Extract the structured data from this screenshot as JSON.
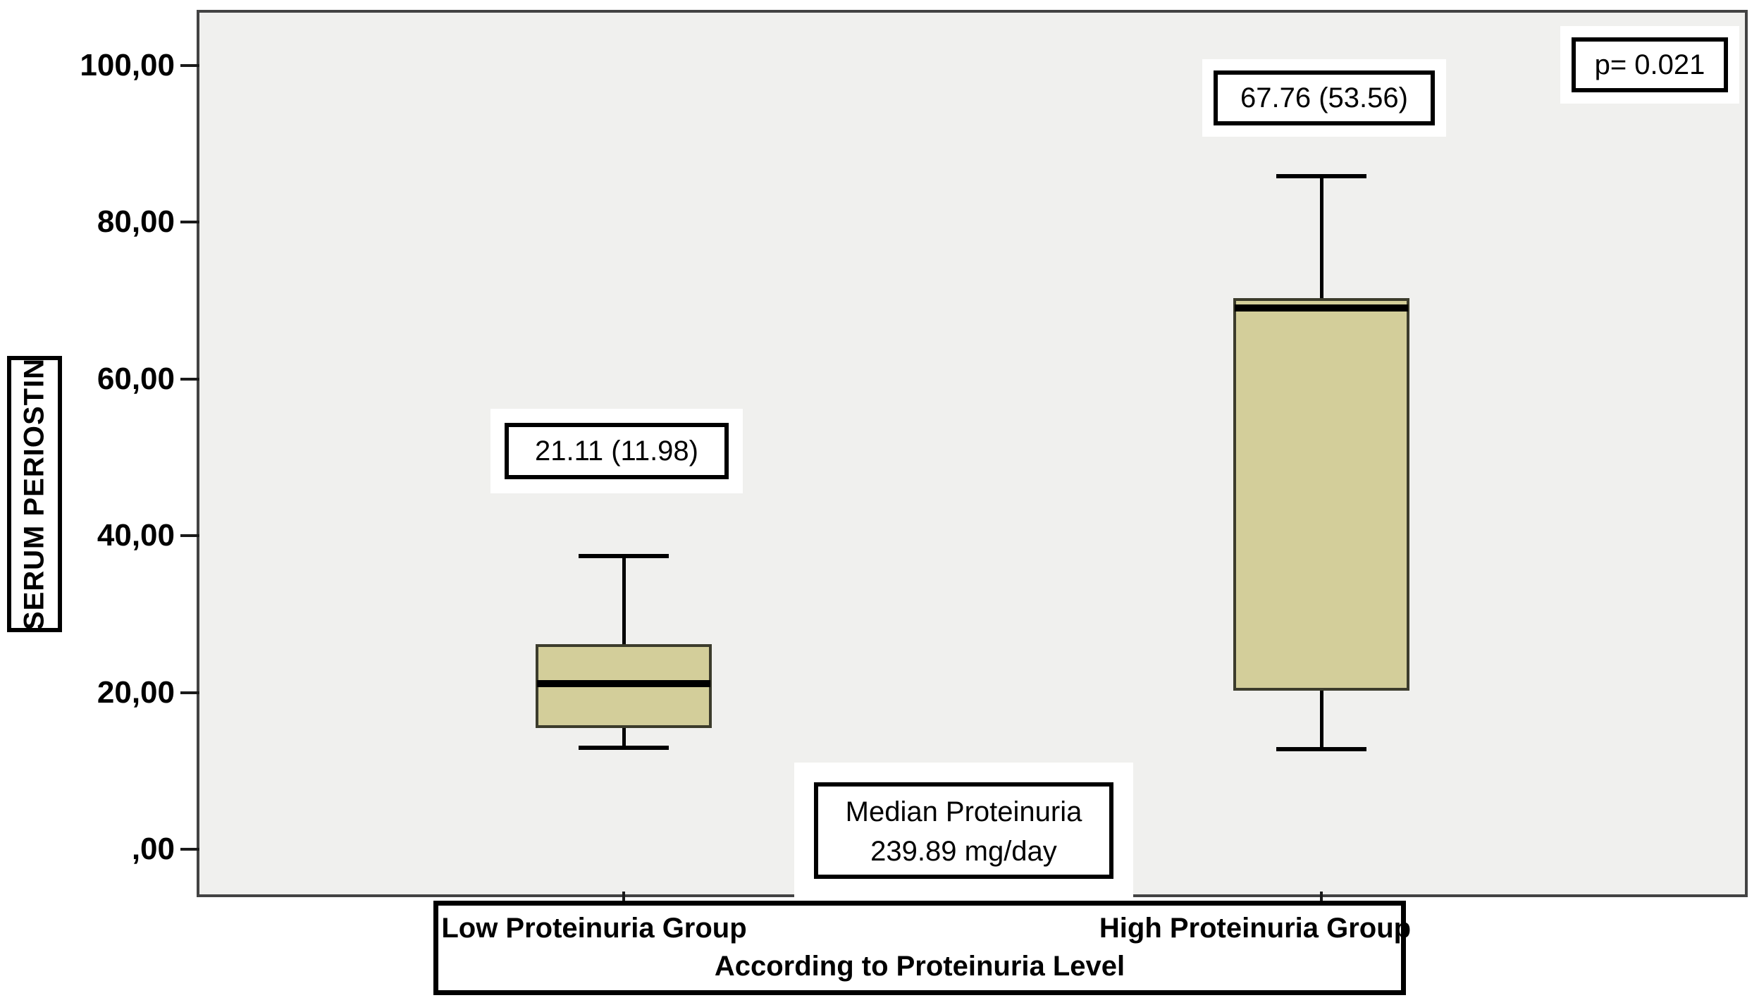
{
  "chart_data": {
    "type": "boxplot",
    "title": "",
    "ylabel": "SERUM PERIOSTIN",
    "xlabel": "According to Proteinuria Level",
    "ylim": [
      0,
      100
    ],
    "grid": false,
    "legend": "none",
    "yticks": [
      {
        "value": 0,
        "label": ",00"
      },
      {
        "value": 20,
        "label": "20,00"
      },
      {
        "value": 40,
        "label": "40,00"
      },
      {
        "value": 60,
        "label": "60,00"
      },
      {
        "value": 80,
        "label": "80,00"
      },
      {
        "value": 100,
        "label": "100,00"
      }
    ],
    "groups": [
      {
        "name": "Low Proteinuria Group",
        "annotation": "21.11 (11.98)",
        "median_label": 21.11,
        "iqr_label": 11.98,
        "stats": {
          "whisker_low": 12.9,
          "q1": 15.5,
          "median": 21.11,
          "q3": 26.2,
          "whisker_high": 37.4
        }
      },
      {
        "name": "High Proteinuria Group",
        "annotation": "67.76 (53.56)",
        "median_label": 67.76,
        "iqr_label": 53.56,
        "stats": {
          "whisker_low": 12.8,
          "q1": 20.2,
          "median": 69.0,
          "q3": 70.3,
          "whisker_high": 85.8
        }
      }
    ],
    "annotations": {
      "p_value": "p= 0.021",
      "median_proteinuria_line1": "Median Proteinuria",
      "median_proteinuria_line2": "239.89 mg/day"
    },
    "colors": {
      "box_fill": "#d3ce9a",
      "box_border": "#3c3c2c",
      "plot_bg": "#f0f0ee",
      "frame_border": "#434343",
      "line": "#000000"
    }
  }
}
